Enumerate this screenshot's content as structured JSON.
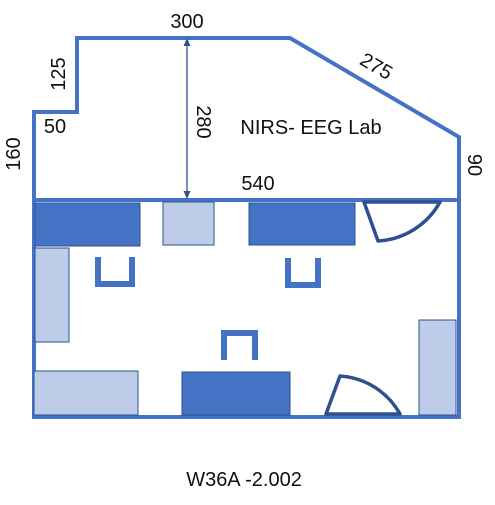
{
  "room": {
    "name": "NIRS- EEG Lab",
    "code": "W36A -2.002"
  },
  "dimensions": {
    "top": "300",
    "diagonal": "275",
    "left_step": "125",
    "step_width": "50",
    "left": "160",
    "height_arrow": "280",
    "right": "90",
    "width": "540"
  },
  "colors": {
    "wall": "#4472C4",
    "dark_fill": "#4472C4",
    "light_fill": "#BDCCE9",
    "stroke": "#2F528F",
    "door": "#2F4F8F"
  }
}
